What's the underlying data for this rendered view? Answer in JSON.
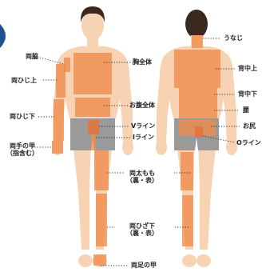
{
  "labels": {
    "armpit": "両脇",
    "upper_arm": "両ひじ上",
    "forearm": "両ひじ下",
    "hands_line1": "両手の甲",
    "hands_line2": "（指含む）",
    "chest": "胸全体",
    "abdomen": "お腹全体",
    "v_line": "Vライン",
    "i_line": "Iライン",
    "thighs_line1": "両太もも",
    "thighs_line2": "（裏・表）",
    "lower_leg_line1": "両ひざ下",
    "lower_leg_line2": "（裏・表）",
    "feet": "両足の甲",
    "nape": "うなじ",
    "upper_back": "背中上",
    "lower_back": "背中下",
    "waist": "腰",
    "buttocks": "お尻",
    "o_line": "Oライン"
  },
  "colors": {
    "zone": "#f08a4b",
    "skin": "#f7d2b3",
    "hair": "#3a2a1e",
    "shorts": "#9a9a9a",
    "accent_circle": "#1f4f8f"
  }
}
